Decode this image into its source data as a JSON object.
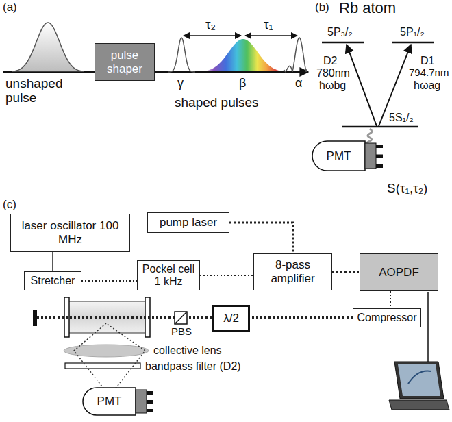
{
  "diagram": {
    "nodes": [
      {
        "text": [
          "pulse shaper"
        ]
      },
      {
        "text": [
          "PMT"
        ]
      },
      {
        "text": [
          "laser oscillator 100 MHz"
        ]
      },
      {
        "text": [
          "Stretcher"
        ]
      },
      {
        "text": [
          "Pockel cell 1 kHz"
        ]
      },
      {
        "text": [
          "pump laser"
        ]
      },
      {
        "text": [
          "8-pass amplifier"
        ]
      },
      {
        "text": [
          "AOPDF"
        ]
      },
      {
        "text": [
          "Compressor"
        ]
      },
      {
        "text": [
          "λ/2"
        ]
      },
      {
        "text": [
          "PMT"
        ]
      }
    ],
    "edges": [
      {
        "from": 2,
        "to": 3,
        "arrow": "none"
      },
      {
        "from": 3,
        "to": 4,
        "arrow": "none"
      },
      {
        "from": 4,
        "to": 6,
        "arrow": "none"
      },
      {
        "from": 5,
        "to": 6,
        "arrow": "none"
      },
      {
        "from": 6,
        "to": 7,
        "arrow": "none"
      },
      {
        "from": 7,
        "to": 8,
        "arrow": "none"
      },
      {
        "from": 8,
        "to": 9,
        "arrow": "none"
      }
    ],
    "labels": [
      "(a)",
      "unshaped pulse",
      "shaped pulses",
      "τ₂",
      "τ₁",
      "γ",
      "β",
      "α",
      "(b)",
      "Rb atom",
      "5P₃/₂",
      "5P₁/₂",
      "D2",
      "780nm",
      "ħωbg",
      "D1",
      "794.7nm",
      "ħωag",
      "5S₁/₂",
      "S(τ₁,τ₂)",
      "(c)",
      "PBS",
      "collective lens",
      "bandpass filter (D2)"
    ]
  }
}
